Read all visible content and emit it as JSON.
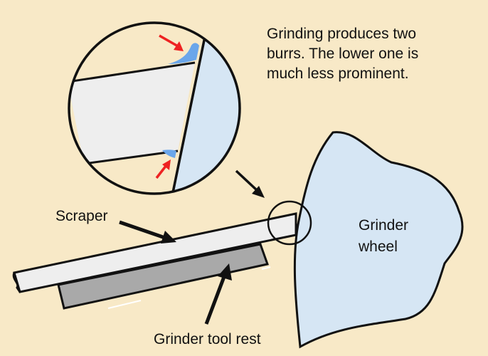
{
  "caption": {
    "line1": "Grinding produces two",
    "line2": "burrs. The lower one is",
    "line3": "much less prominent."
  },
  "labels": {
    "scraper": "Scraper",
    "grinder_wheel_line1": "Grinder",
    "grinder_wheel_line2": "wheel",
    "tool_rest": "Grinder tool rest"
  },
  "colors": {
    "background": "#f8e9c7",
    "wheel_fill": "#d6e6f4",
    "scraper_fill": "#eeeeee",
    "tool_rest_fill": "#a9a9a9",
    "burr_fill": "#6aa6ea",
    "burr_arrow": "#ee2222",
    "outline": "#111111"
  }
}
